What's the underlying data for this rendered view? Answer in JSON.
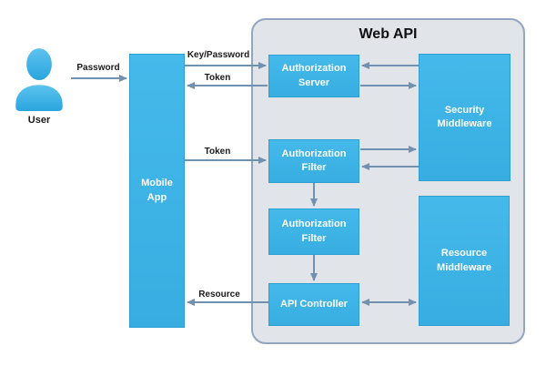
{
  "diagram": {
    "title": "Web API",
    "user": {
      "label": "User",
      "icon": "person-silhouette-icon"
    },
    "nodes": {
      "mobile_app": "Mobile App",
      "auth_server": "Authorization Server",
      "security_middleware": "Security Middleware",
      "auth_filter_1": "Authorization Filter",
      "auth_filter_2": "Authorization Filter",
      "api_controller": "API Controller",
      "resource_middleware": "Resource Middleware"
    },
    "edges": {
      "password": "Password",
      "key_password": "Key/Password",
      "token_to_mobile": "Token",
      "token_to_filter": "Token",
      "resource": "Resource"
    },
    "colors": {
      "node_fill": "#3bb3e8",
      "node_border": "#2d9fd3",
      "panel_fill": "#e1e4e9",
      "panel_border": "#92a6c0",
      "arrow": "#7290b0",
      "label_text": "#1b1b1b",
      "node_text": "#ffffff"
    }
  }
}
